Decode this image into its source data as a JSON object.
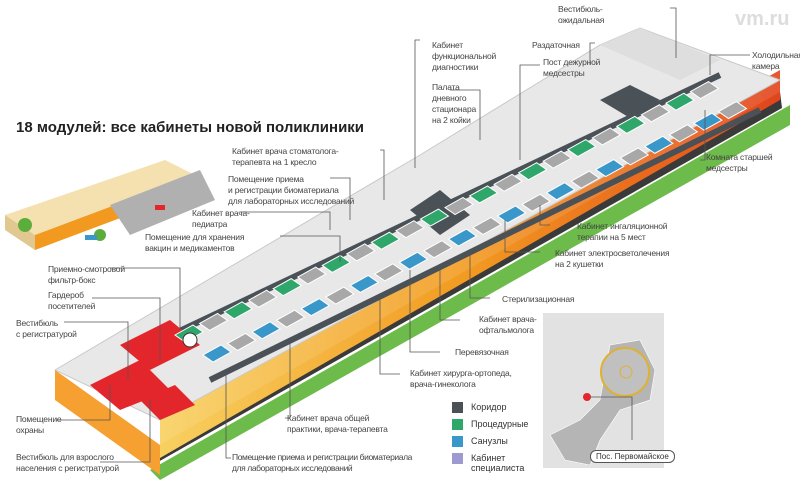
{
  "title": "18 модулей: все кабинеты новой поликлиники",
  "logo": "vm.ru",
  "labels": {
    "vestibule_waiting": "Вестибюль-\nожидальная",
    "functional_diag": "Кабинет\nфункциональной\nдиагностики",
    "distribution": "Раздаточная",
    "nurse_post": "Пост дежурной\nмедсестры",
    "cold_room": "Холодильная\nкамера",
    "day_ward": "Палата\nдневного\nстационара\nна 2 койки",
    "dentist": "Кабинет врача стоматолога-\nтерапевта на 1 кресло",
    "head_nurse": "Комната старшей\nмедсестры",
    "biomaterial_top": "Помещение приема\nи регистрации биоматериала\nдля лабораторных исследований",
    "pediatrician": "Кабинет врача-\nпедиатра",
    "vaccine_storage": "Помещение для хранения\nвакцин и медикаментов",
    "inhalation": "Кабинет ингаляционной\nтерапии на 5 мест",
    "electro": "Кабинет электросветолечения\nна 2 кушетки",
    "filter_box": "Приемно-смотровой\nфильтр-бокс",
    "sterilization": "Стерилизационная",
    "wardrobe": "Гардероб\nпосетителей",
    "ophthalmologist": "Кабинет врача-\nофтальмолога",
    "vestibule_reg": "Вестибюль\nс регистратурой",
    "dressing": "Перевязочная",
    "surgeon": "Кабинет хирурга-ортопеда,\nврача-гинеколога",
    "security": "Помещение\nохраны",
    "gp": "Кабинет врача общей\nпрактики, врача-терапевта",
    "adult_vestibule": "Вестибюль для взрослого\nнаселения с регистратурой",
    "biomaterial_bottom": "Помещение приема и регистрации биоматериала\nдля лабораторных исследований"
  },
  "legend": [
    {
      "label": "Коридор",
      "color": "#4a5157"
    },
    {
      "label": "Процедурные",
      "color": "#2fa66a"
    },
    {
      "label": "Санузлы",
      "color": "#3a97c9"
    },
    {
      "label": "Кабинет\nспециалиста",
      "color": "#9c9ad0"
    }
  ],
  "map": {
    "location": "Пос. Первомайское"
  }
}
